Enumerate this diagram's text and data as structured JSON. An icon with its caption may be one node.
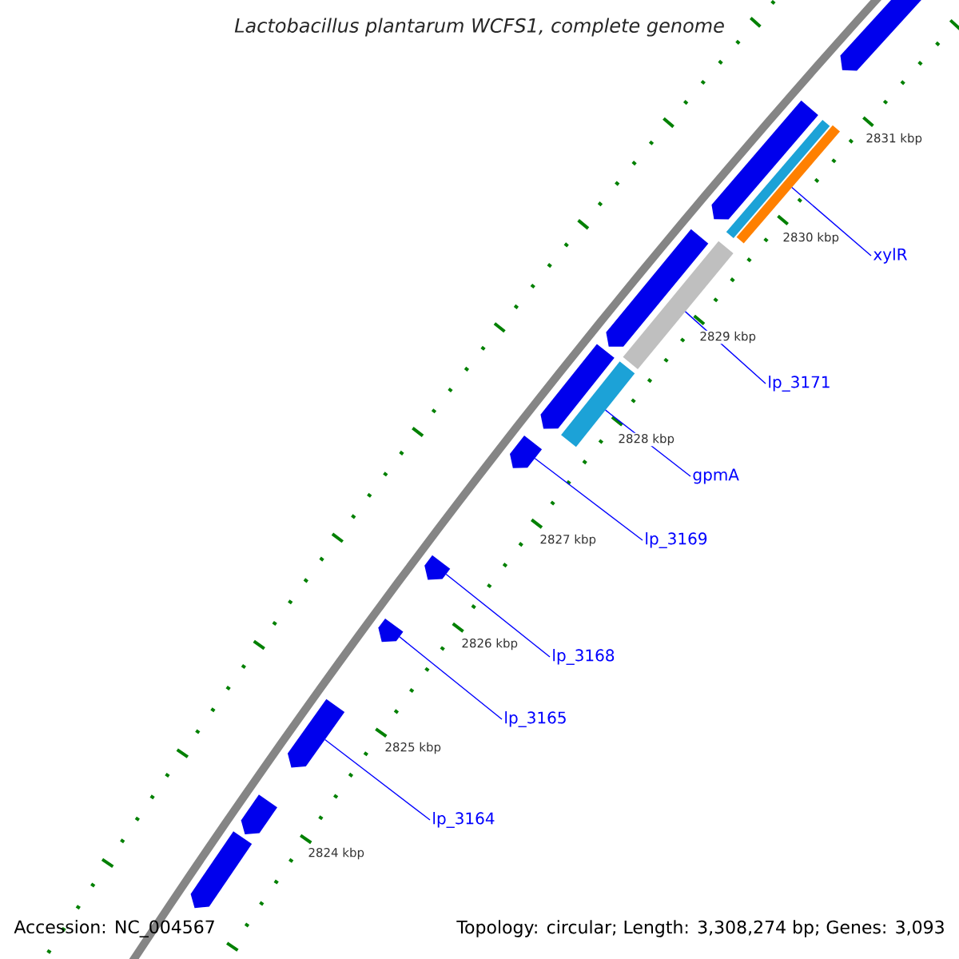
{
  "diagram": {
    "title": "Lactobacillus plantarum WCFS1, complete genome",
    "nodes": [
      {
        "text": [],
        "shape": "arrow"
      },
      {
        "text": [],
        "shape": "bar"
      },
      {
        "text": [],
        "shape": "bar"
      },
      {
        "text": [],
        "shape": "arrow"
      },
      {
        "text": [],
        "shape": "bar"
      },
      {
        "text": [],
        "shape": "arrow"
      },
      {
        "text": [],
        "shape": "bar"
      },
      {
        "text": [],
        "shape": "arrow"
      },
      {
        "text": [],
        "shape": "arrow"
      },
      {
        "text": [],
        "shape": "arrow"
      },
      {
        "text": [],
        "shape": "arrow"
      },
      {
        "text": [],
        "shape": "arrow"
      },
      {
        "text": [],
        "shape": "arrow"
      },
      {
        "text": [],
        "shape": "arrow"
      },
      {
        "text": [
          "xylR"
        ]
      },
      {
        "text": [
          "lp_3171"
        ]
      },
      {
        "text": [
          "gpmA"
        ]
      },
      {
        "text": [
          "lp_3169"
        ]
      },
      {
        "text": [
          "lp_3168"
        ]
      },
      {
        "text": [
          "lp_3165"
        ]
      },
      {
        "text": [
          "lp_3164"
        ]
      }
    ],
    "edges": [
      {
        "from": 14,
        "to": 2,
        "arrow": "none"
      },
      {
        "from": 15,
        "to": 4,
        "arrow": "none"
      },
      {
        "from": 16,
        "to": 6,
        "arrow": "none"
      },
      {
        "from": 17,
        "to": 8,
        "arrow": "none"
      },
      {
        "from": 18,
        "to": 9,
        "arrow": "none"
      },
      {
        "from": 19,
        "to": 10,
        "arrow": "none"
      },
      {
        "from": 20,
        "to": 11,
        "arrow": "none"
      }
    ],
    "labels": [
      "2831 kbp",
      "2830 kbp",
      "2829 kbp",
      "2828 kbp",
      "2827 kbp",
      "2826 kbp",
      "2825 kbp",
      "2824 kbp",
      "Accession: NC_004567",
      "Topology: circular; Length: 3,308,274 bp; Genes: 3,093"
    ]
  }
}
